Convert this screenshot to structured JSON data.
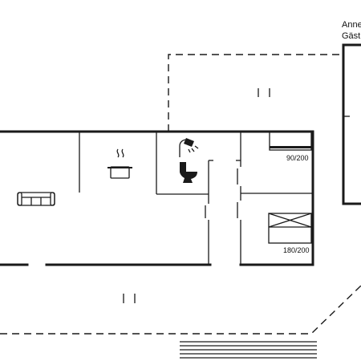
{
  "annex": {
    "line1": "Anne",
    "line2": "Gäst"
  },
  "beds": [
    {
      "size_label": "90/200"
    },
    {
      "size_label": "180/200"
    }
  ],
  "icons": [
    "sofa-icon",
    "cooking-pot-icon",
    "shower-icon",
    "toilet-icon",
    "bed-icon"
  ]
}
